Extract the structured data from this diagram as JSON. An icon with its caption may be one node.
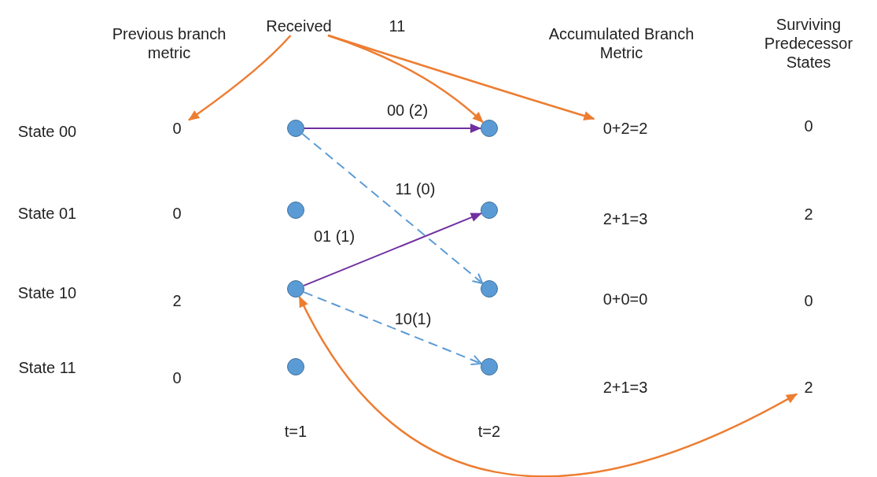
{
  "diagram": {
    "nodes": [
      {
        "text": [
          "Received"
        ],
        "beside": [
          "11"
        ]
      },
      {
        "text": [
          "0"
        ]
      },
      {
        "text": [],
        "shape": "circle"
      },
      {
        "text": [],
        "shape": "circle"
      },
      {
        "text": [],
        "shape": "circle"
      },
      {
        "text": [],
        "shape": "circle"
      },
      {
        "text": [],
        "shape": "circle"
      },
      {
        "text": [],
        "shape": "circle"
      },
      {
        "text": [],
        "shape": "circle"
      },
      {
        "text": [],
        "shape": "circle"
      },
      {
        "text": [
          "0+2=2"
        ]
      },
      {
        "text": [
          "2"
        ]
      }
    ],
    "edges": [
      {
        "from": 0,
        "to": 1,
        "arrow": "to",
        "color": "#ed7d31"
      },
      {
        "from": 0,
        "to": 6,
        "arrow": "to",
        "color": "#ed7d31"
      },
      {
        "from": 0,
        "to": 10,
        "arrow": "to",
        "color": "#ed7d31"
      },
      {
        "from": 2,
        "to": 6,
        "arrow": "to",
        "label": "00 (2)",
        "color": "#7030a0"
      },
      {
        "from": 2,
        "to": 8,
        "arrow": "to",
        "label": "11 (0)",
        "style": "dashed",
        "color": "#5b9bd5"
      },
      {
        "from": 4,
        "to": 7,
        "arrow": "to",
        "label": "01 (1)",
        "color": "#7030a0"
      },
      {
        "from": 4,
        "to": 9,
        "arrow": "to",
        "label": "10(1)",
        "style": "dashed",
        "color": "#5b9bd5"
      },
      {
        "from": 4,
        "to": 11,
        "arrow": "both",
        "color": "#ed7d31"
      }
    ],
    "labels": [
      "Previous branch metric",
      "Accumulated Branch Metric",
      "Surviving Predecessor States",
      "State 00",
      "0",
      "State 01",
      "0",
      "2+1=3",
      "2",
      "State 10",
      "2",
      "0+0=0",
      "0",
      "State 11",
      "0",
      "2+1=3",
      "t=1",
      "t=2"
    ]
  }
}
